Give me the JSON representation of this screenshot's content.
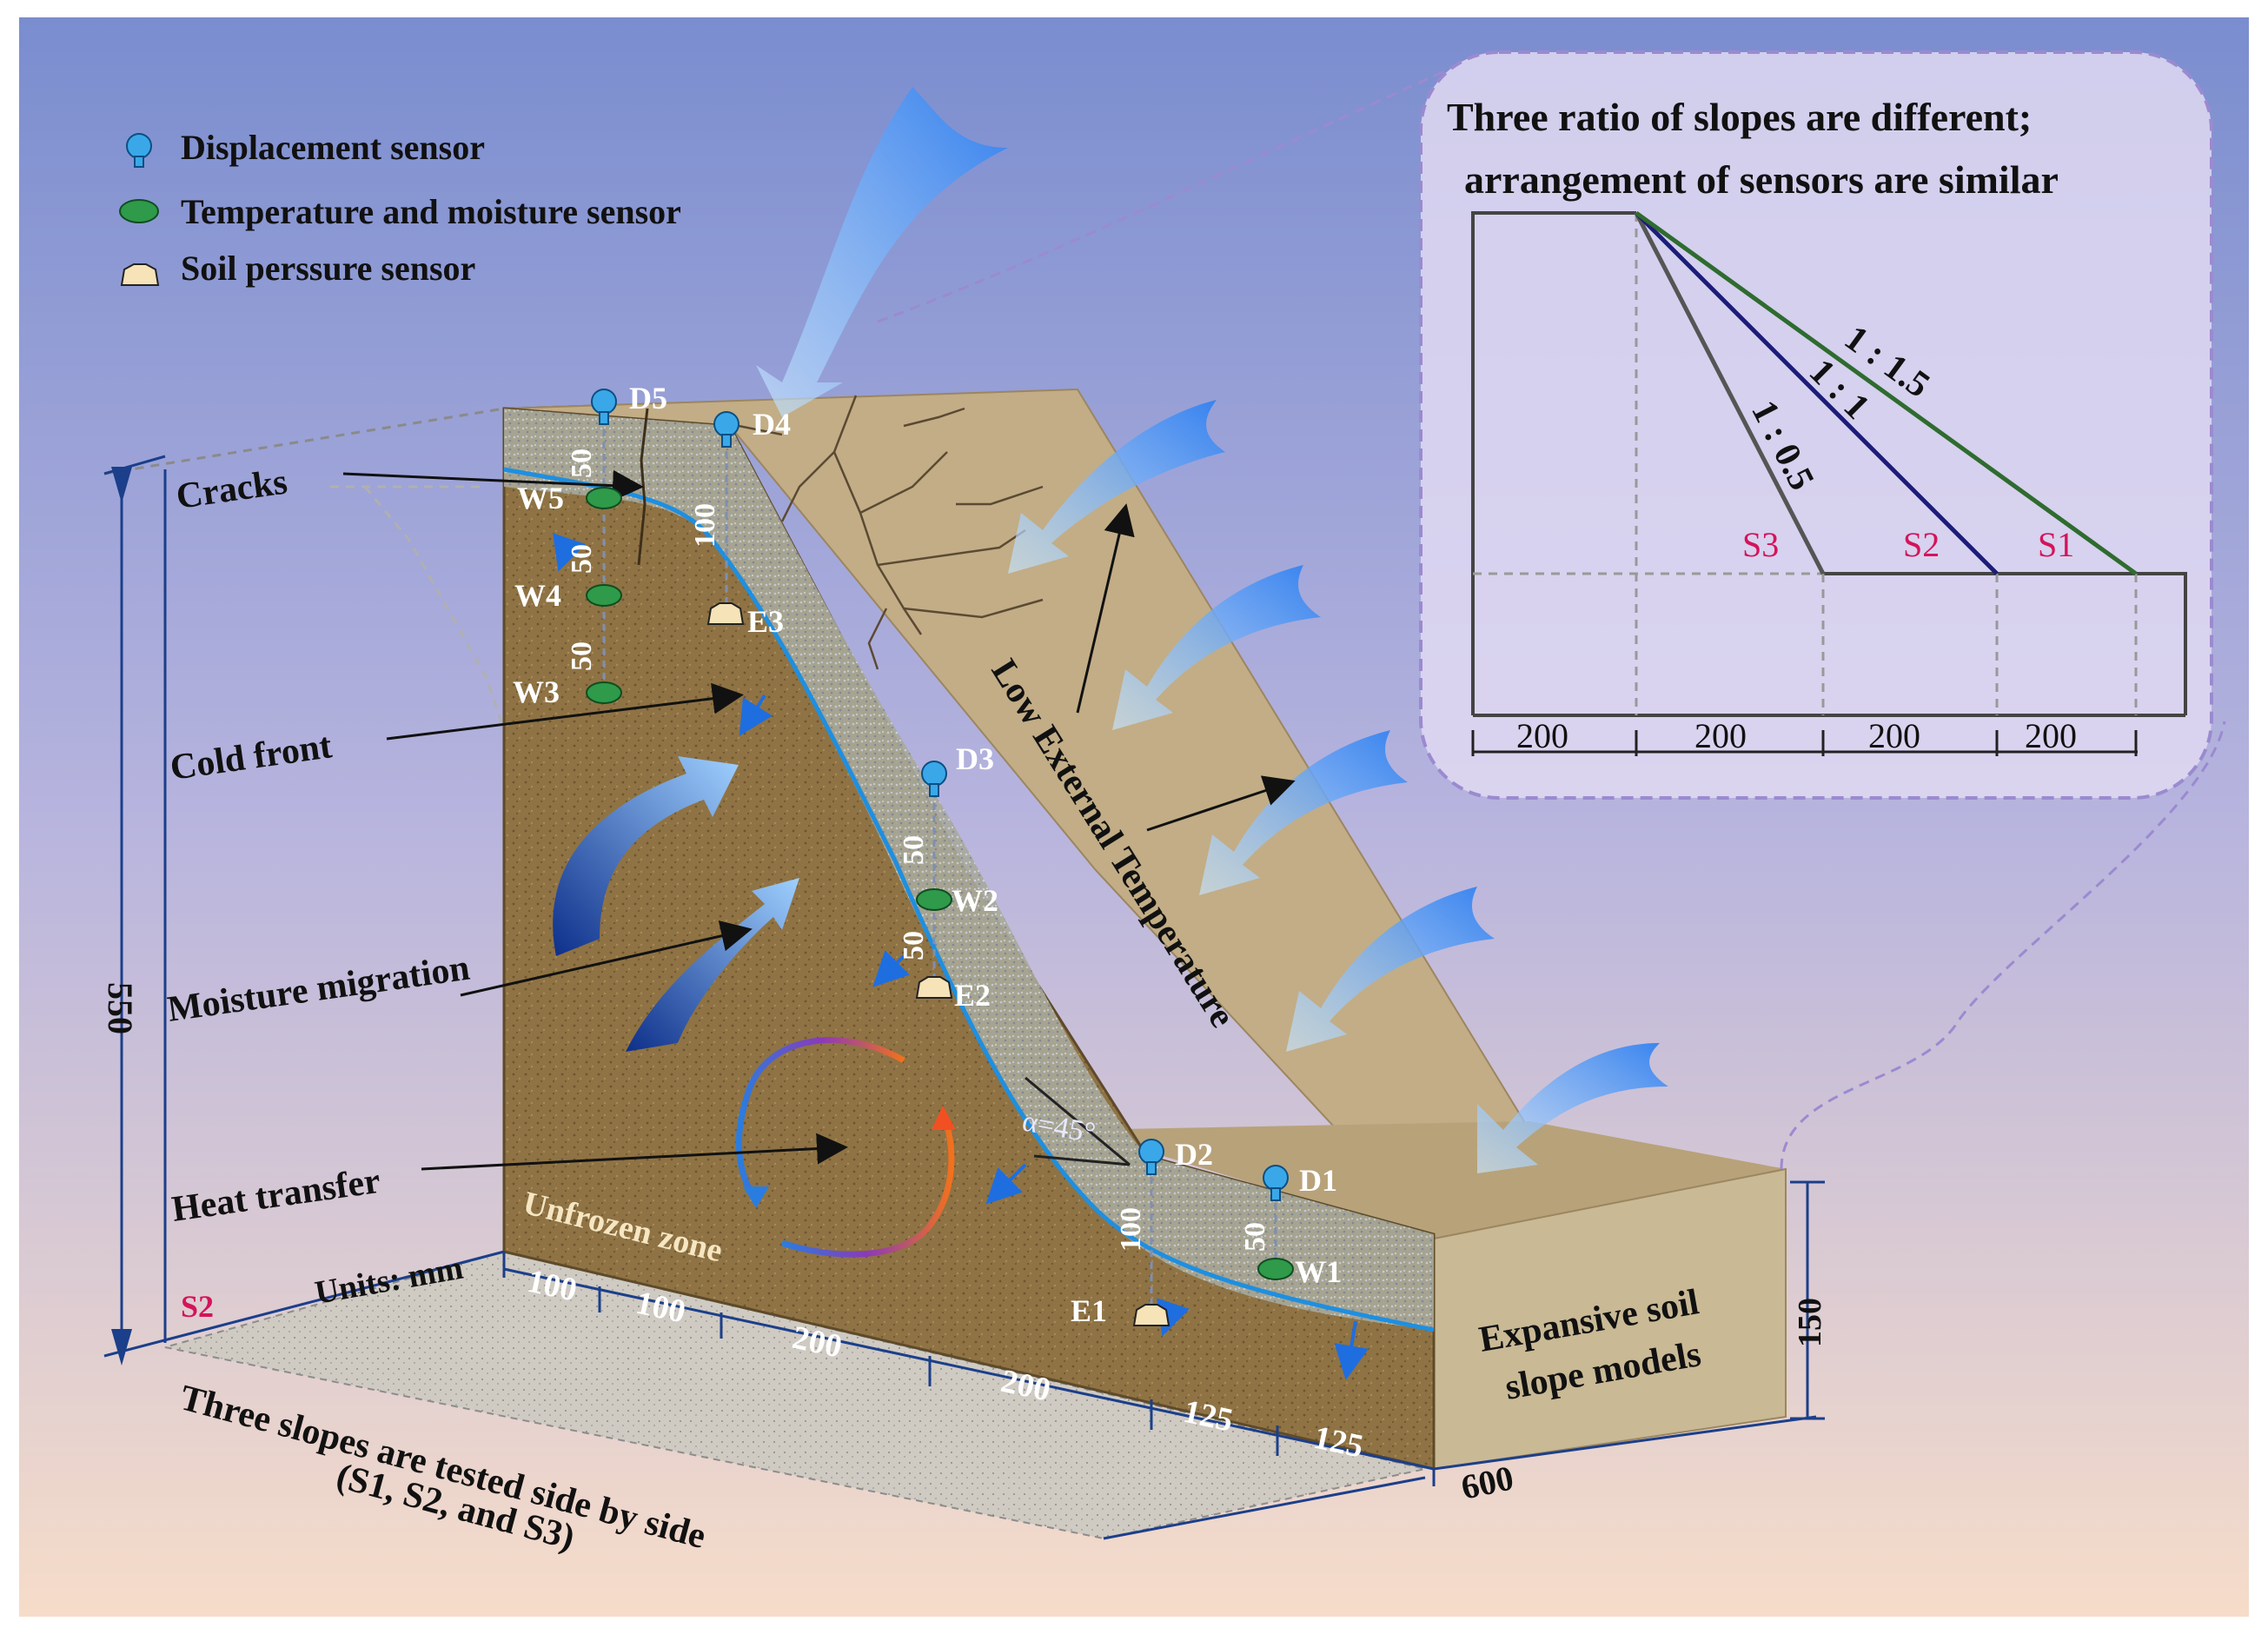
{
  "legend": {
    "displacement": "Displacement sensor",
    "temp_moisture": "Temperature and moisture sensor",
    "soil_pressure": "Soil perssure sensor"
  },
  "labels": {
    "cracks": "Cracks",
    "cold_front": "Cold front",
    "moisture_migration": "Moisture migration",
    "heat_transfer": "Heat transfer",
    "unfrozen_zone": "Unfrozen zone",
    "units": "Units: mm",
    "low_external_temp": "Low External Temperature",
    "alpha": "α=45°",
    "model_name_1": "Expansive soil",
    "model_name_2": "slope models",
    "side_by_side_1": "Three slopes are tested side by side",
    "side_by_side_2": "(S1, S2, and S3)",
    "section": "S2"
  },
  "sensors": {
    "d1": "D1",
    "d2": "D2",
    "d3": "D3",
    "d4": "D4",
    "d5": "D5",
    "w1": "W1",
    "w2": "W2",
    "w3": "W3",
    "w4": "W4",
    "w5": "W5",
    "e1": "E1",
    "e2": "E2",
    "e3": "E3"
  },
  "dimensions": {
    "height": "550",
    "depth": "600",
    "toe_height": "150",
    "spacing_50": "50",
    "spacing_100": "100",
    "base": [
      "100",
      "100",
      "200",
      "200",
      "125",
      "125"
    ]
  },
  "inset": {
    "title_1": "Three  ratio of  slopes are different;",
    "title_2": "arrangement of sensors are similar",
    "ratio_s1": "1 : 1.5",
    "ratio_s2": "1 : 1",
    "ratio_s3": "1 : 0.5",
    "s1": "S1",
    "s2": "S2",
    "s3": "S3",
    "dims": [
      "200",
      "200",
      "200",
      "200"
    ]
  },
  "colors": {
    "bg_top": "#7b8fd0",
    "bg_bottom": "#f6dcc8",
    "soil": "#8a6d3f",
    "soil_face": "#c2ad86",
    "arrow_blue": "#5aa8f0",
    "label_red": "#d4145a",
    "s2_line": "#1c1c7a",
    "s1_line": "#2f6b2f"
  }
}
